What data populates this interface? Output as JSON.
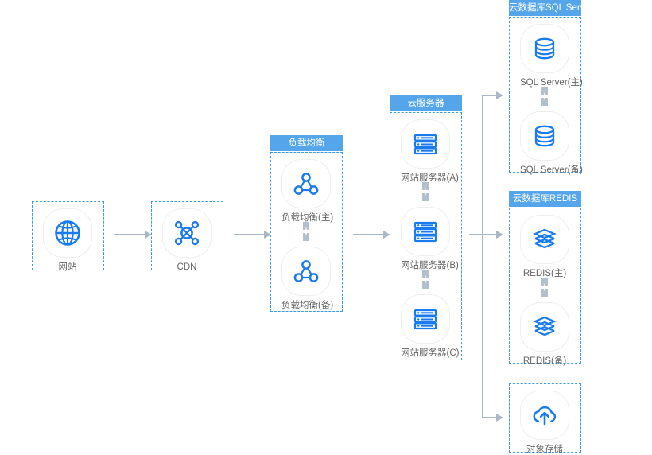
{
  "diagram": {
    "title": "cloud-architecture-diagram",
    "colors": {
      "group_border": "#3d9ae8",
      "group_header_bg": "#55a5ea",
      "icon_blue": "#1a7af0",
      "connector_gray": "#a9b8c4",
      "label_gray": "#666666",
      "tile_border": "#eceef0"
    },
    "groups": [
      {
        "id": "website",
        "header": null,
        "nodes": [
          {
            "id": "website-node",
            "icon": "globe-icon",
            "label": "网站"
          }
        ]
      },
      {
        "id": "cdn",
        "header": null,
        "nodes": [
          {
            "id": "cdn-node",
            "icon": "cdn-hub-icon",
            "label": "CDN"
          }
        ]
      },
      {
        "id": "load-balancer",
        "header": "负载均衡",
        "nodes": [
          {
            "id": "lb-primary",
            "icon": "load-balancer-icon",
            "label": "负载均衡(主)"
          },
          {
            "id": "lb-standby",
            "icon": "load-balancer-icon",
            "label": "负载均衡(备)"
          }
        ]
      },
      {
        "id": "cloud-server",
        "header": "云服务器",
        "nodes": [
          {
            "id": "web-server-a",
            "icon": "server-rack-icon",
            "label": "网站服务器(A)"
          },
          {
            "id": "web-server-b",
            "icon": "server-rack-icon",
            "label": "网站服务器(B)"
          },
          {
            "id": "web-server-c",
            "icon": "server-rack-icon",
            "label": "网站服务器(C)"
          }
        ]
      },
      {
        "id": "sql-server",
        "header": "云数据库SQL Server",
        "nodes": [
          {
            "id": "sqlserver-primary",
            "icon": "database-icon",
            "label": "SQL Server(主)"
          },
          {
            "id": "sqlserver-standby",
            "icon": "database-icon",
            "label": "SQL Server(备)"
          }
        ]
      },
      {
        "id": "redis",
        "header": "云数据库REDIS",
        "nodes": [
          {
            "id": "redis-primary",
            "icon": "redis-layers-icon",
            "label": "REDIS(主)"
          },
          {
            "id": "redis-standby",
            "icon": "redis-layers-icon",
            "label": "REDIS(备)"
          }
        ]
      },
      {
        "id": "object-storage",
        "header": null,
        "nodes": [
          {
            "id": "object-storage-node",
            "icon": "cloud-upload-icon",
            "label": "对象存储"
          }
        ]
      }
    ],
    "flow_arrows": [
      {
        "id": "website-to-cdn"
      },
      {
        "id": "cdn-to-load-balancer"
      },
      {
        "id": "load-balancer-to-cloud-server"
      },
      {
        "id": "cloud-server-to-trunk"
      },
      {
        "id": "trunk-to-sql-server"
      },
      {
        "id": "trunk-to-redis"
      },
      {
        "id": "trunk-to-object-storage"
      }
    ],
    "sync_links": [
      {
        "id": "sync-lb"
      },
      {
        "id": "sync-web-ab"
      },
      {
        "id": "sync-web-bc"
      },
      {
        "id": "sync-sqlserver"
      },
      {
        "id": "sync-redis"
      }
    ]
  }
}
